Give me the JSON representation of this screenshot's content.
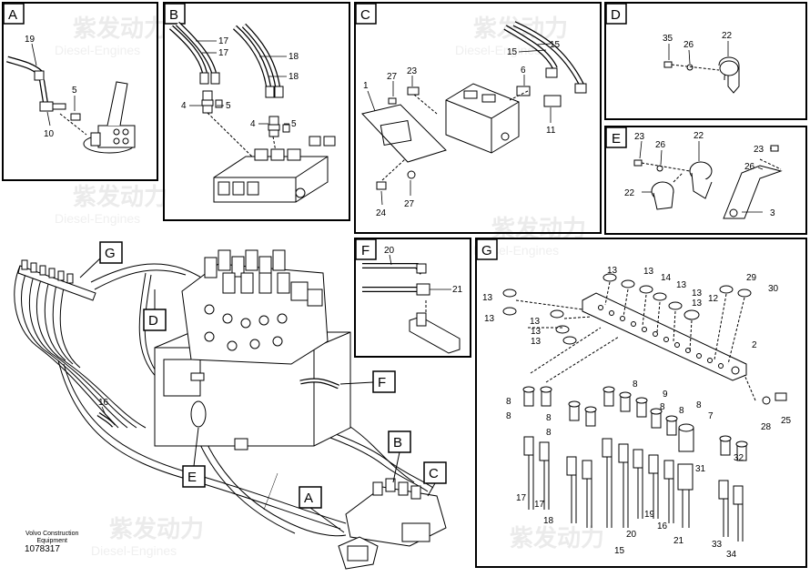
{
  "panels": {
    "A": {
      "letter": "A",
      "labels": [
        "19",
        "5",
        "10"
      ]
    },
    "B": {
      "letter": "B",
      "labels": [
        "17",
        "17",
        "18",
        "18",
        "4",
        "5",
        "4",
        "5"
      ]
    },
    "C": {
      "letter": "C",
      "labels": [
        "15",
        "15",
        "1",
        "27",
        "23",
        "6",
        "11",
        "24",
        "27"
      ]
    },
    "D": {
      "letter": "D",
      "labels": [
        "35",
        "26",
        "22"
      ]
    },
    "E": {
      "letter": "E",
      "labels": [
        "23",
        "26",
        "22",
        "23",
        "26",
        "22",
        "3"
      ]
    },
    "F": {
      "letter": "F",
      "labels": [
        "20",
        "21"
      ]
    },
    "G": {
      "letter": "G",
      "labels": [
        "13",
        "13",
        "14",
        "13",
        "13",
        "29",
        "30",
        "13",
        "12",
        "13",
        "13",
        "13",
        "13",
        "13",
        "2",
        "8",
        "8",
        "8",
        "8",
        "9",
        "8",
        "8",
        "7",
        "8",
        "8",
        "28",
        "25",
        "17",
        "17",
        "18",
        "20",
        "19",
        "16",
        "21",
        "31",
        "32",
        "33",
        "34",
        "15"
      ]
    }
  },
  "main": {
    "callouts": [
      "G",
      "D",
      "F",
      "E",
      "B",
      "C",
      "A"
    ],
    "part_label": "16"
  },
  "footer": {
    "line1": "Volvo Construction",
    "line2": "Equipment",
    "id": "1078317"
  },
  "watermark": {
    "cn": "紫发动力",
    "en": "Diesel-Engines"
  }
}
